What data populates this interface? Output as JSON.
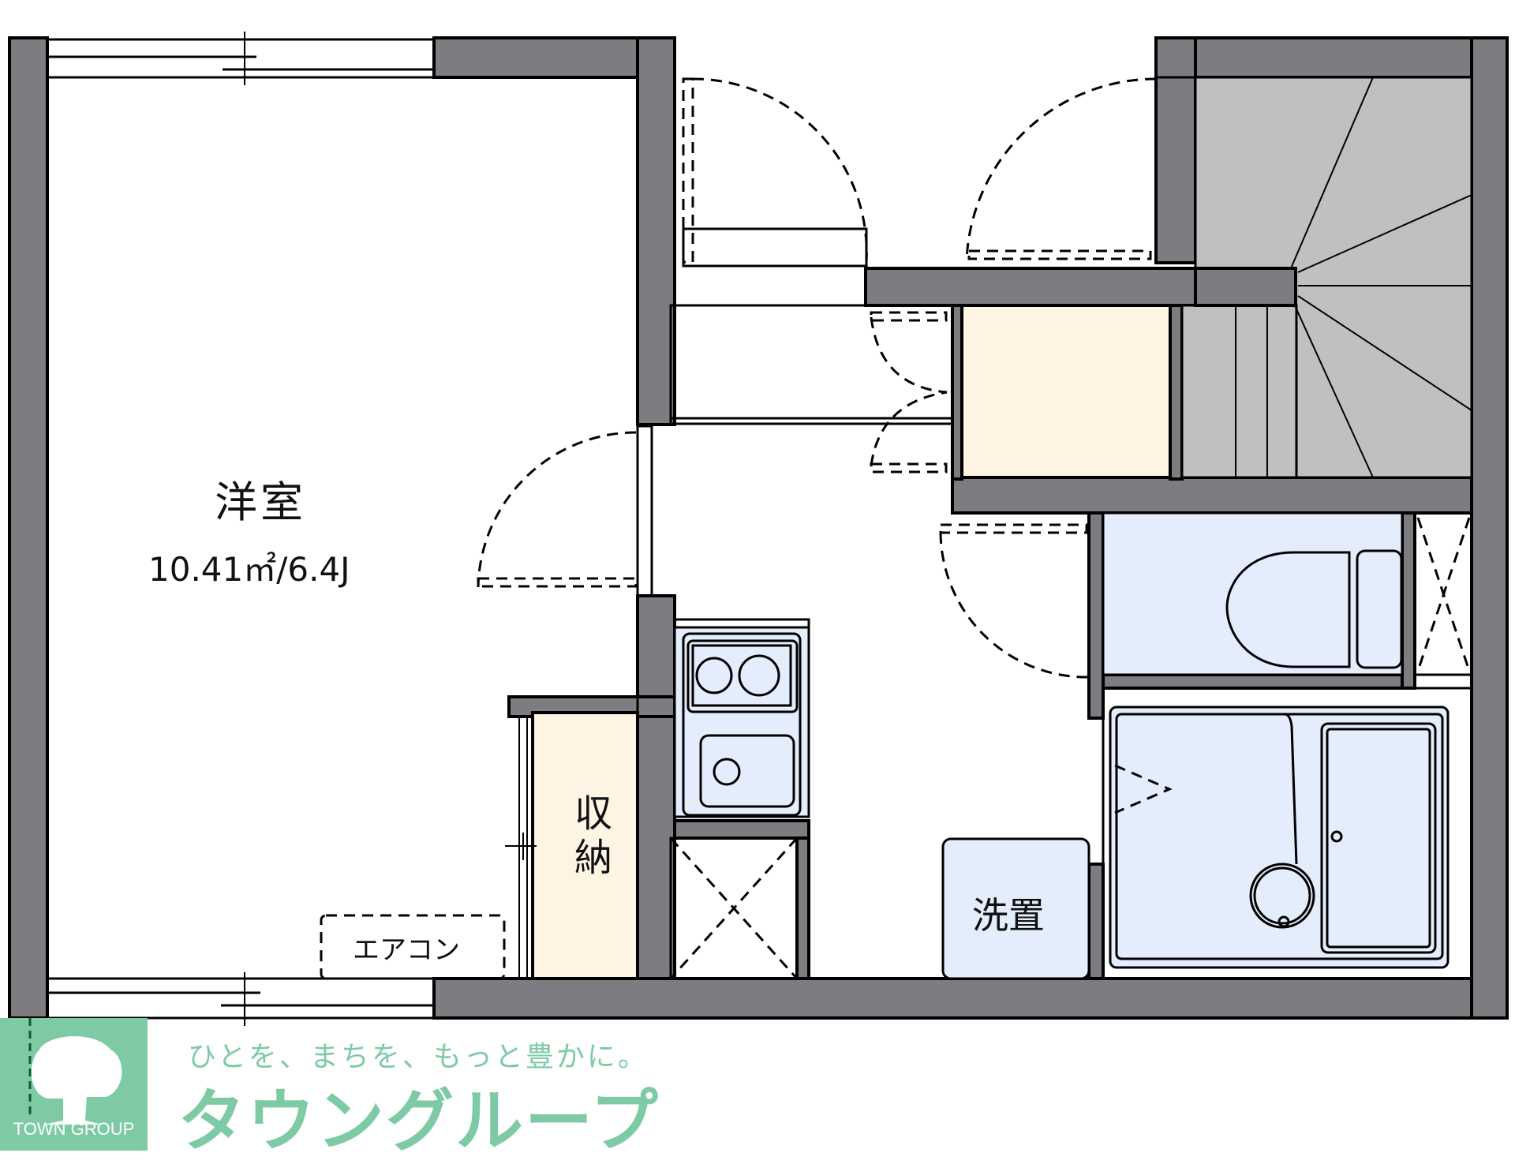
{
  "floorplan": {
    "rooms": [
      {
        "id": "western_room",
        "name": "洋室",
        "area": "10.41㎡/6.4J"
      },
      {
        "id": "storage",
        "name": "収納"
      },
      {
        "id": "aircon",
        "name": "エアコン"
      },
      {
        "id": "washer",
        "name": "洗置"
      }
    ],
    "fixtures": [
      "kitchen-stove",
      "kitchen-sink",
      "toilet",
      "bathtub",
      "washbasin",
      "staircase",
      "shoe-storage",
      "refrigerator-space"
    ]
  },
  "colors": {
    "wall": "#7d7c81",
    "storage": "#fef4e3",
    "fixture": "#e3edfb",
    "stairs": "#c0c0c0",
    "brand_green": "#7ecaa5"
  },
  "branding": {
    "logo_caption": "TOWN GROUP",
    "slogan": "ひとを、まちを、もっと豊かに。",
    "brand_name": "タウングループ"
  }
}
